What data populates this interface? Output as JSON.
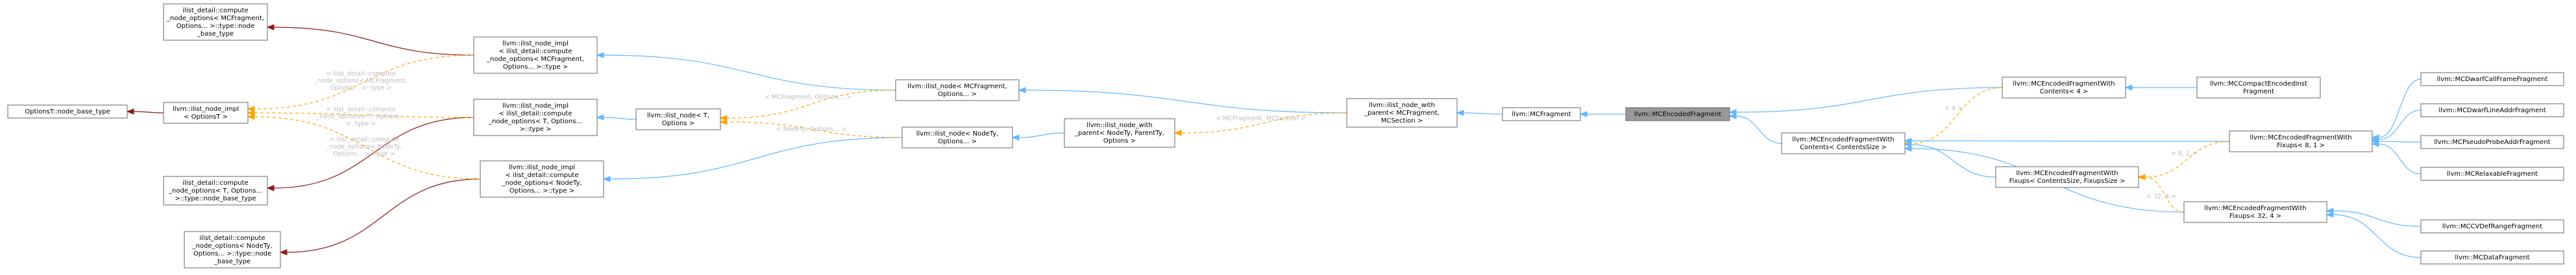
{
  "nodes": {
    "optionsT_node_base_type": {
      "lines": [
        "OptionsT::node_base_type"
      ]
    },
    "ilist_node_impl_OptionsT": {
      "lines": [
        "llvm::ilist_node_impl",
        "< OptionsT >"
      ]
    },
    "compute_node_options_MCFragment_base": {
      "lines": [
        "ilist_detail::compute",
        "_node_options< MCFragment,",
        " Options... >::type::node",
        "_base_type"
      ]
    },
    "compute_node_options_T_base": {
      "lines": [
        "ilist_detail::compute",
        "_node_options< T, Options...",
        " >::type::node_base_type"
      ]
    },
    "compute_node_options_NodeTy_base": {
      "lines": [
        "ilist_detail::compute",
        "_node_options< NodeTy,",
        " Options... >::type::node",
        "_base_type"
      ]
    },
    "ilist_node_impl_MCFragment": {
      "lines": [
        "llvm::ilist_node_impl",
        "< ilist_detail::compute",
        "_node_options< MCFragment,",
        " Options... >::type >"
      ]
    },
    "ilist_node_impl_T": {
      "lines": [
        "llvm::ilist_node_impl",
        "< ilist_detail::compute",
        "_node_options< T, Options...",
        " >::type >"
      ]
    },
    "ilist_node_impl_NodeTy": {
      "lines": [
        "llvm::ilist_node_impl",
        "< ilist_detail::compute",
        "_node_options< NodeTy,",
        " Options... >::type >"
      ]
    },
    "ilist_node_T": {
      "lines": [
        "llvm::ilist_node< T,",
        " Options >"
      ]
    },
    "ilist_node_MCFragment": {
      "lines": [
        "llvm::ilist_node< MCFragment,",
        " Options... >"
      ]
    },
    "ilist_node_NodeTy": {
      "lines": [
        "llvm::ilist_node< NodeTy,",
        " Options... >"
      ]
    },
    "ilist_node_with_parent_NodeTy": {
      "lines": [
        "llvm::ilist_node_with",
        "_parent< NodeTy, ParentTy,",
        " Options >"
      ]
    },
    "ilist_node_with_parent_MCFragment": {
      "lines": [
        "llvm::ilist_node_with",
        "_parent< MCFragment,",
        " MCSection >"
      ]
    },
    "MCFragment": {
      "lines": [
        "llvm::MCFragment"
      ]
    },
    "MCEncodedFragment": {
      "lines": [
        "llvm::MCEncodedFragment"
      ]
    },
    "MCEncodedFragmentWithContents_4": {
      "lines": [
        "llvm::MCEncodedFragmentWith",
        "Contents< 4 >"
      ]
    },
    "MCEncodedFragmentWithContents_ContentsSize": {
      "lines": [
        "llvm::MCEncodedFragmentWith",
        "Contents< ContentsSize >"
      ]
    },
    "MCCompactEncodedInstFragment": {
      "lines": [
        "llvm::MCCompactEncodedInst",
        "Fragment"
      ]
    },
    "MCEncodedFragmentWithFixups_8_1": {
      "lines": [
        "llvm::MCEncodedFragmentWith",
        "Fixups< 8, 1 >"
      ]
    },
    "MCEncodedFragmentWithFixups_Contents_Fixups": {
      "lines": [
        "llvm::MCEncodedFragmentWith",
        "Fixups< ContentsSize, FixupsSize >"
      ]
    },
    "MCEncodedFragmentWithFixups_32_4": {
      "lines": [
        "llvm::MCEncodedFragmentWith",
        "Fixups< 32, 4 >"
      ]
    },
    "MCDwarfCallFrameFragment": {
      "lines": [
        "llvm::MCDwarfCallFrameFragment"
      ]
    },
    "MCDwarfLineAddrFragment": {
      "lines": [
        "llvm::MCDwarfLineAddrFragment"
      ]
    },
    "MCPseudoProbeAddrFragment": {
      "lines": [
        "llvm::MCPseudoProbeAddrFragment"
      ]
    },
    "MCRelaxableFragment": {
      "lines": [
        "llvm::MCRelaxableFragment"
      ]
    },
    "MCCVDefRangeFragment": {
      "lines": [
        "llvm::MCCVDefRangeFragment"
      ]
    },
    "MCDataFragment": {
      "lines": [
        "llvm::MCDataFragment"
      ]
    }
  },
  "edge_labels": {
    "mcfragment_options_1": [
      "< MCFragment,",
      "Options... >"
    ],
    "t_options": [
      "< ilist_detail::compute",
      "_node_options< T, Options...",
      " >::type >"
    ],
    "nodety_options_1": [
      "< ilist_detail::compute",
      "_node_options< NodeTy,",
      "Options... >::type >"
    ],
    "mcfragment_compute": [
      "< ilist_detail::compute",
      "_node_options< MCFragment,",
      "Options... >::type >"
    ],
    "mcfragment_options_2": [
      "< MCFragment, Options... >"
    ],
    "nodety_options_2": [
      "< NodeTy, Options... >"
    ],
    "mcfragment_mcsection": [
      "< MCFragment, MCSection >"
    ],
    "four": [
      "< 4 >"
    ],
    "eight_one": [
      "< 8, 1 >"
    ],
    "thirtytwo_four": [
      "< 32, 4 >"
    ]
  },
  "colors": {
    "public_inheritance": "#63b8ff",
    "template_instance": "#ffa500",
    "base_type": "#8b1a1a",
    "highlight_fill": "#999999"
  }
}
